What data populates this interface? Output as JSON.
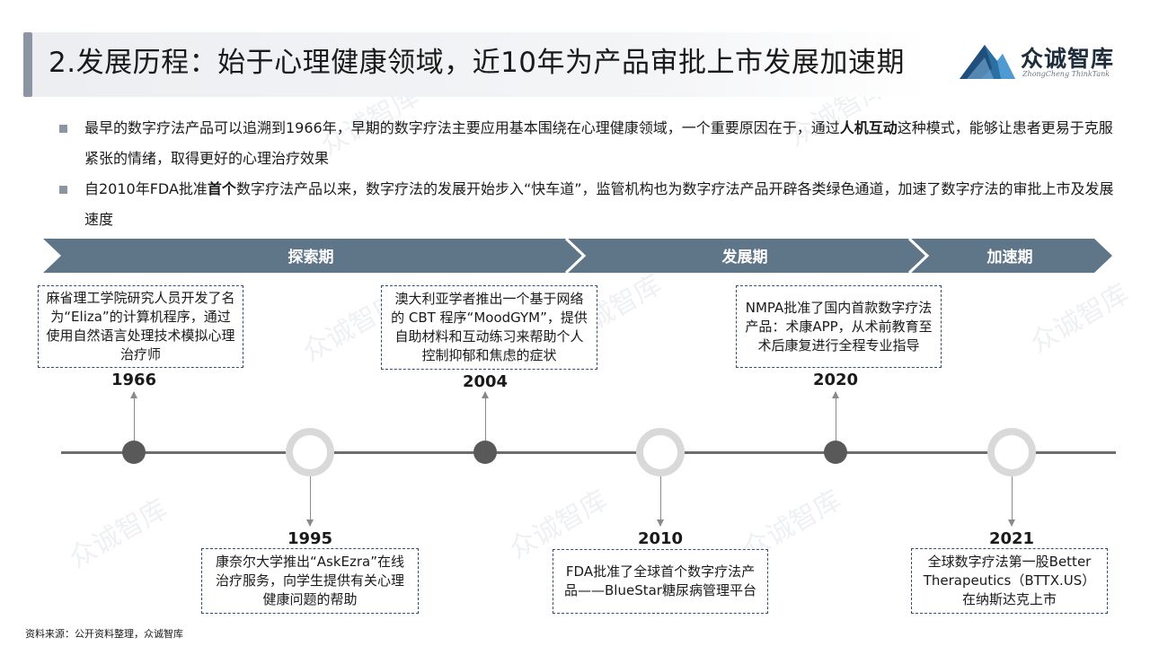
{
  "header": {
    "title": "2.发展历程：始于心理健康领域，近10年为产品审批上市发展加速期"
  },
  "logo": {
    "name_cn": "众诚智库",
    "name_en": "ZhongCheng ThinkTank",
    "icon": "mountain-logo-icon"
  },
  "bullets": [
    {
      "text_before": "最早的数字疗法产品可以追溯到1966年，早期的数字疗法主要应用基本围绕在心理健康领域，一个重要原因在于，通过",
      "bold": "人机互动",
      "text_after": "这种模式，能够让患者更易于克服紧张的情绪，取得更好的心理治疗效果"
    },
    {
      "text_before": "自2010年FDA批准",
      "bold": "首个",
      "text_after": "数字疗法产品以来，数字疗法的发展开始步入“快车道”，监管机构也为数字疗法产品开辟各类绿色通道，加速了数字疗法的审批上市及发展速度"
    }
  ],
  "phases": [
    {
      "label": "探索期"
    },
    {
      "label": "发展期"
    },
    {
      "label": "加速期"
    }
  ],
  "timeline": [
    {
      "year": "1966",
      "text": "麻省理工学院研究人员开发了名为“Eliza”的计算机程序，通过使用自然语言处理技术模拟心理治疗师"
    },
    {
      "year": "1995",
      "text": "康奈尔大学推出“AskEzra”在线治疗服务，向学生提供有关心理健康问题的帮助"
    },
    {
      "year": "2004",
      "text": "澳大利亚学者推出一个基于网络的 CBT 程序“MoodGYM”，提供自助材料和互动练习来帮助个人控制抑郁和焦虑的症状"
    },
    {
      "year": "2010",
      "text": "FDA批准了全球首个数字疗法产品——BlueStar糖尿病管理平台"
    },
    {
      "year": "2020",
      "text": "NMPA批准了国内首款数字疗法产品：术康APP，从术前教育至术后康复进行全程专业指导"
    },
    {
      "year": "2021",
      "text": "全球数字疗法第一股Better Therapeutics（BTTX.US）在纳斯达克上市"
    }
  ],
  "footer": {
    "source": "资料来源：公开资料整理，众诚智库"
  },
  "watermark": {
    "text": "众诚智库"
  },
  "colors": {
    "phase_fill": "#5f7689",
    "phase_edge": "#ffffff",
    "box_border": "#2f4f7f",
    "title_accent": "#8c96a3"
  }
}
